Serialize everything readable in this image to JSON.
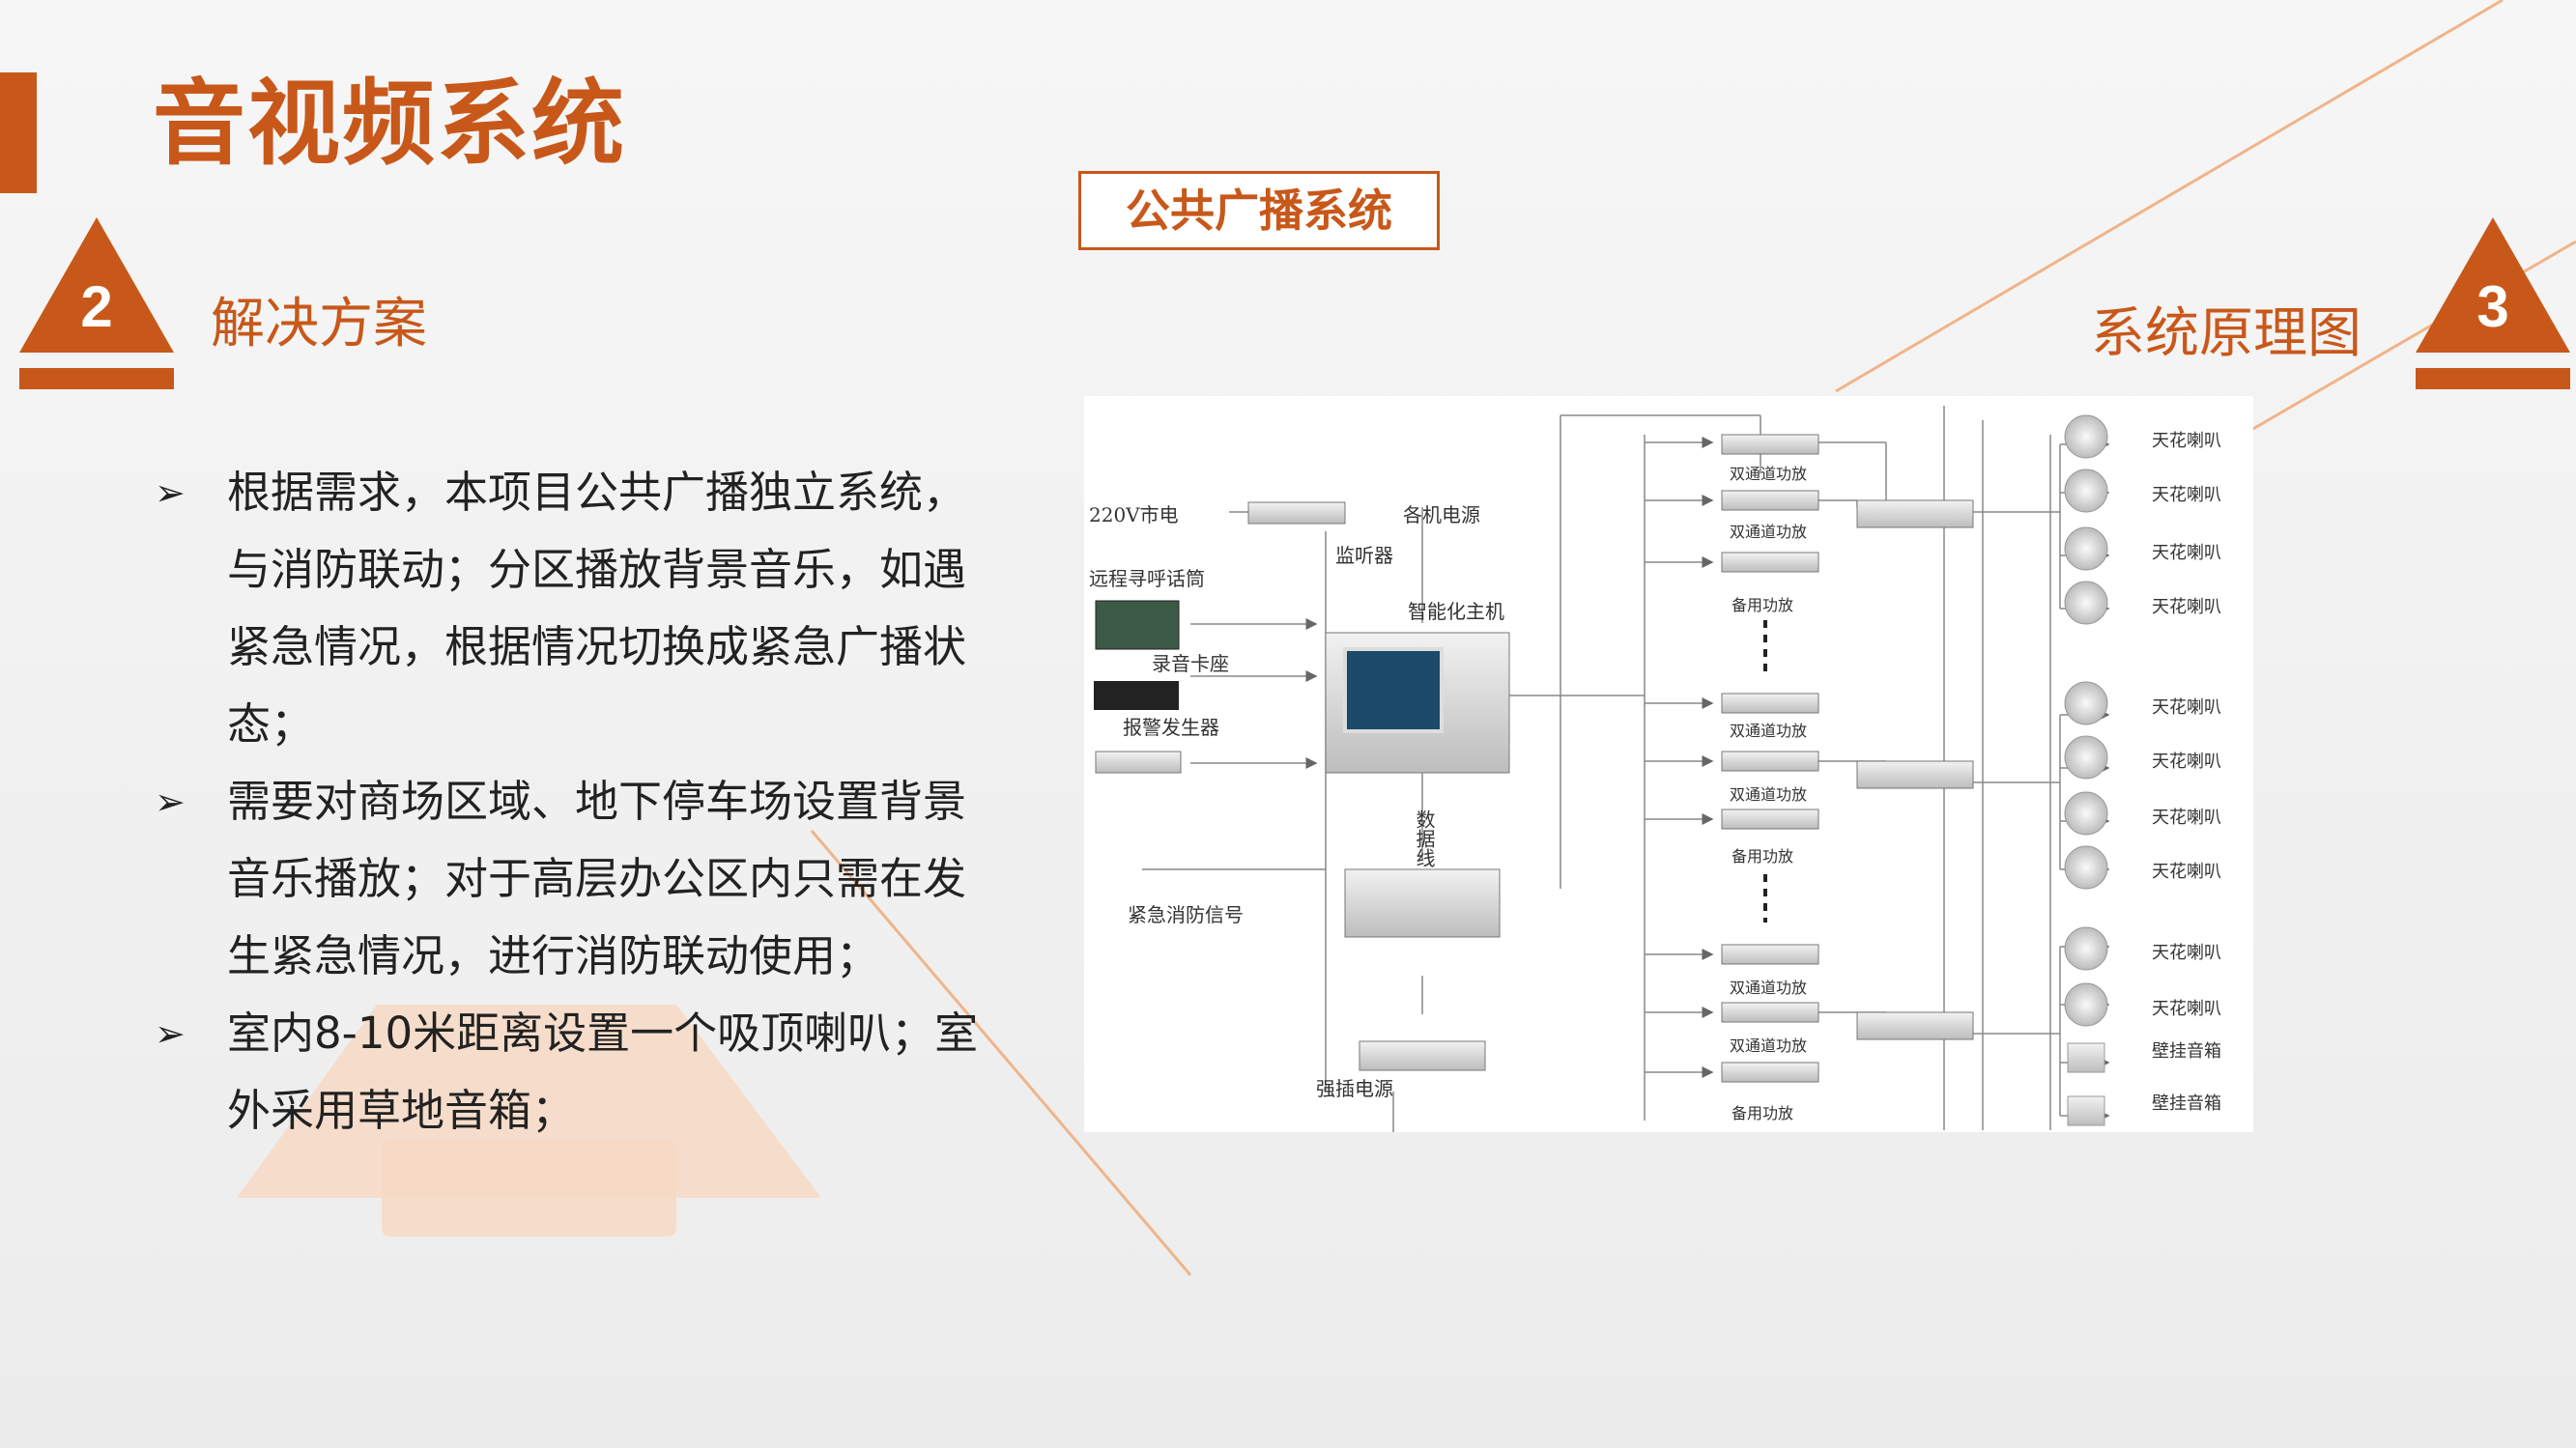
{
  "slide": {
    "title": "音视频系统",
    "section_title": "公共广播系统",
    "left_badge_number": "2",
    "left_subtitle": "解决方案",
    "right_badge_number": "3",
    "right_subtitle": "系统原理图",
    "accent_color": "#c8581a"
  },
  "bullets": [
    {
      "marker": "➢",
      "text": "根据需求，本项目公共广播独立系统，与消防联动；分区播放背景音乐，如遇紧急情况，根据情况切换成紧急广播状态；"
    },
    {
      "marker": "➢",
      "text": "需要对商场区域、地下停车场设置背景音乐播放；对于高层办公区内只需在发生紧急情况，进行消防联动使用；"
    },
    {
      "marker": "➢",
      "text": "室内8-10米距离设置一个吸顶喇叭；室外采用草地音箱；"
    }
  ],
  "diagram": {
    "labels": {
      "mains": "220V市电",
      "power_outlets": "各机电源",
      "monitor": "监听器",
      "remote_mic": "远程寻呼话筒",
      "recorder": "录音卡座",
      "alarm": "报警发生器",
      "host": "智能化主机",
      "data_line": "数据线",
      "fire_signal": "紧急消防信号",
      "forced_power": "强插电源",
      "dual_amp": "双通道功放",
      "backup_amp": "备用功放",
      "ceiling_speaker": "天花喇叭",
      "wall_speaker": "壁挂音箱"
    }
  }
}
